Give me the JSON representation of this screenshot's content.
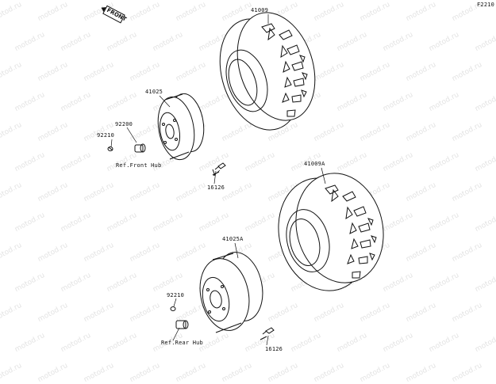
{
  "diagram_code": "F2210",
  "front_badge": "FRONT",
  "watermark": "motod.ru",
  "labels": {
    "tire_front": "41009",
    "tire_rear": "41009A",
    "wheel_front": "41025",
    "wheel_rear": "41025A",
    "nut_front": "92210",
    "nut_rear": "92210",
    "collar_front": "92200",
    "valve_front": "16126",
    "valve_rear": "16126",
    "ref_front_hub": "Ref.Front Hub",
    "ref_rear_hub": "Ref.Rear Hub"
  }
}
